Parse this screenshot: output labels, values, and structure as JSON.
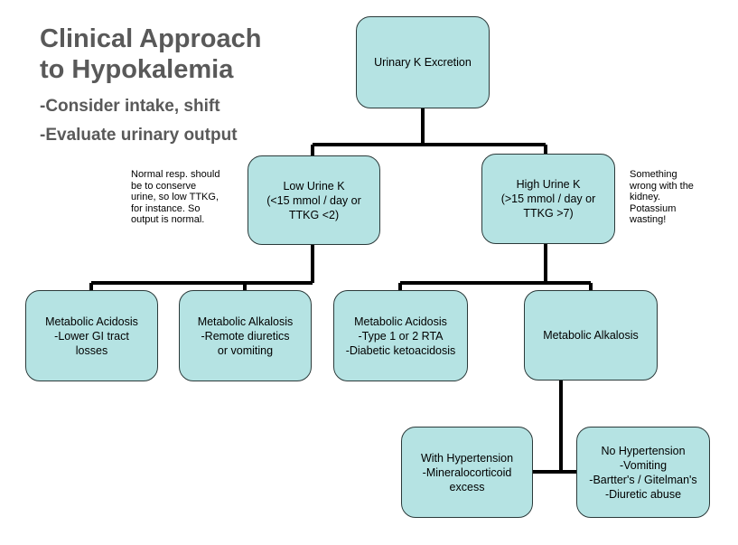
{
  "title": {
    "line1": "Clinical Approach",
    "line2": "to Hypokalemia"
  },
  "subtitles": [
    "-Consider intake, shift",
    "-Evaluate urinary output"
  ],
  "nodes": {
    "root": {
      "lines": [
        "Urinary K Excretion"
      ]
    },
    "low_urine_k": {
      "lines": [
        "Low Urine K",
        "(<15 mmol / day or",
        "TTKG <2)"
      ]
    },
    "high_urine_k": {
      "lines": [
        "High Urine K",
        "(>15 mmol / day or",
        "TTKG >7)"
      ]
    },
    "low_acidosis": {
      "lines": [
        "Metabolic Acidosis",
        "-Lower GI tract",
        "losses"
      ]
    },
    "low_alkalosis": {
      "lines": [
        "Metabolic Alkalosis",
        "-Remote diuretics",
        "or vomiting"
      ]
    },
    "high_acidosis": {
      "lines": [
        "Metabolic Acidosis",
        "-Type 1 or 2 RTA",
        "-Diabetic ketoacidosis"
      ]
    },
    "high_alkalosis": {
      "lines": [
        "Metabolic Alkalosis"
      ]
    },
    "with_htn": {
      "lines": [
        "With Hypertension",
        "-Mineralocorticoid",
        "excess"
      ]
    },
    "no_htn": {
      "lines": [
        "No Hypertension",
        "-Vomiting",
        "-Bartter's / Gitelman's",
        "-Diuretic abuse"
      ]
    }
  },
  "notes": {
    "low_note": {
      "lines": [
        "Normal resp. should",
        "be to conserve",
        "urine, so low TTKG,",
        "for instance. So",
        "output is normal."
      ]
    },
    "high_note": {
      "lines": [
        "Something",
        "wrong with the",
        "kidney.",
        "Potassium",
        "wasting!"
      ]
    }
  },
  "colors": {
    "node_fill": "#b5e3e3",
    "node_border": "#2b3a3a",
    "connector": "#000000",
    "title": "#595959"
  }
}
